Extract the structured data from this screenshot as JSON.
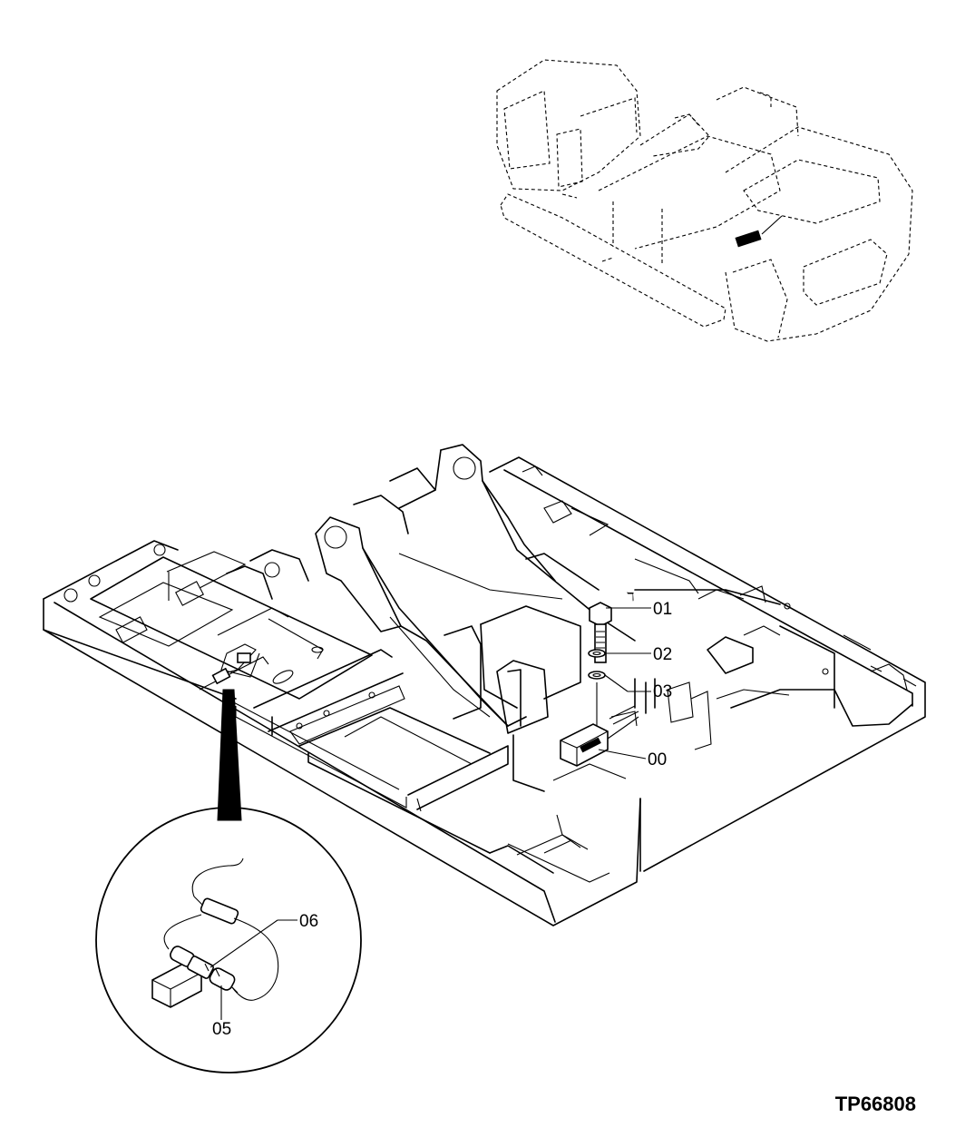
{
  "callouts": [
    {
      "id": "01",
      "label": "01",
      "part": "bolt"
    },
    {
      "id": "02",
      "label": "02",
      "part": "lock-washer"
    },
    {
      "id": "03",
      "label": "03",
      "part": "flat-washer"
    },
    {
      "id": "00",
      "label": "00",
      "part": "sensor-unit"
    },
    {
      "id": "05",
      "label": "05",
      "part": "connector"
    },
    {
      "id": "06",
      "label": "06",
      "part": "harness"
    }
  ],
  "reference_code": "TP66808",
  "small_mark": "ℸ"
}
